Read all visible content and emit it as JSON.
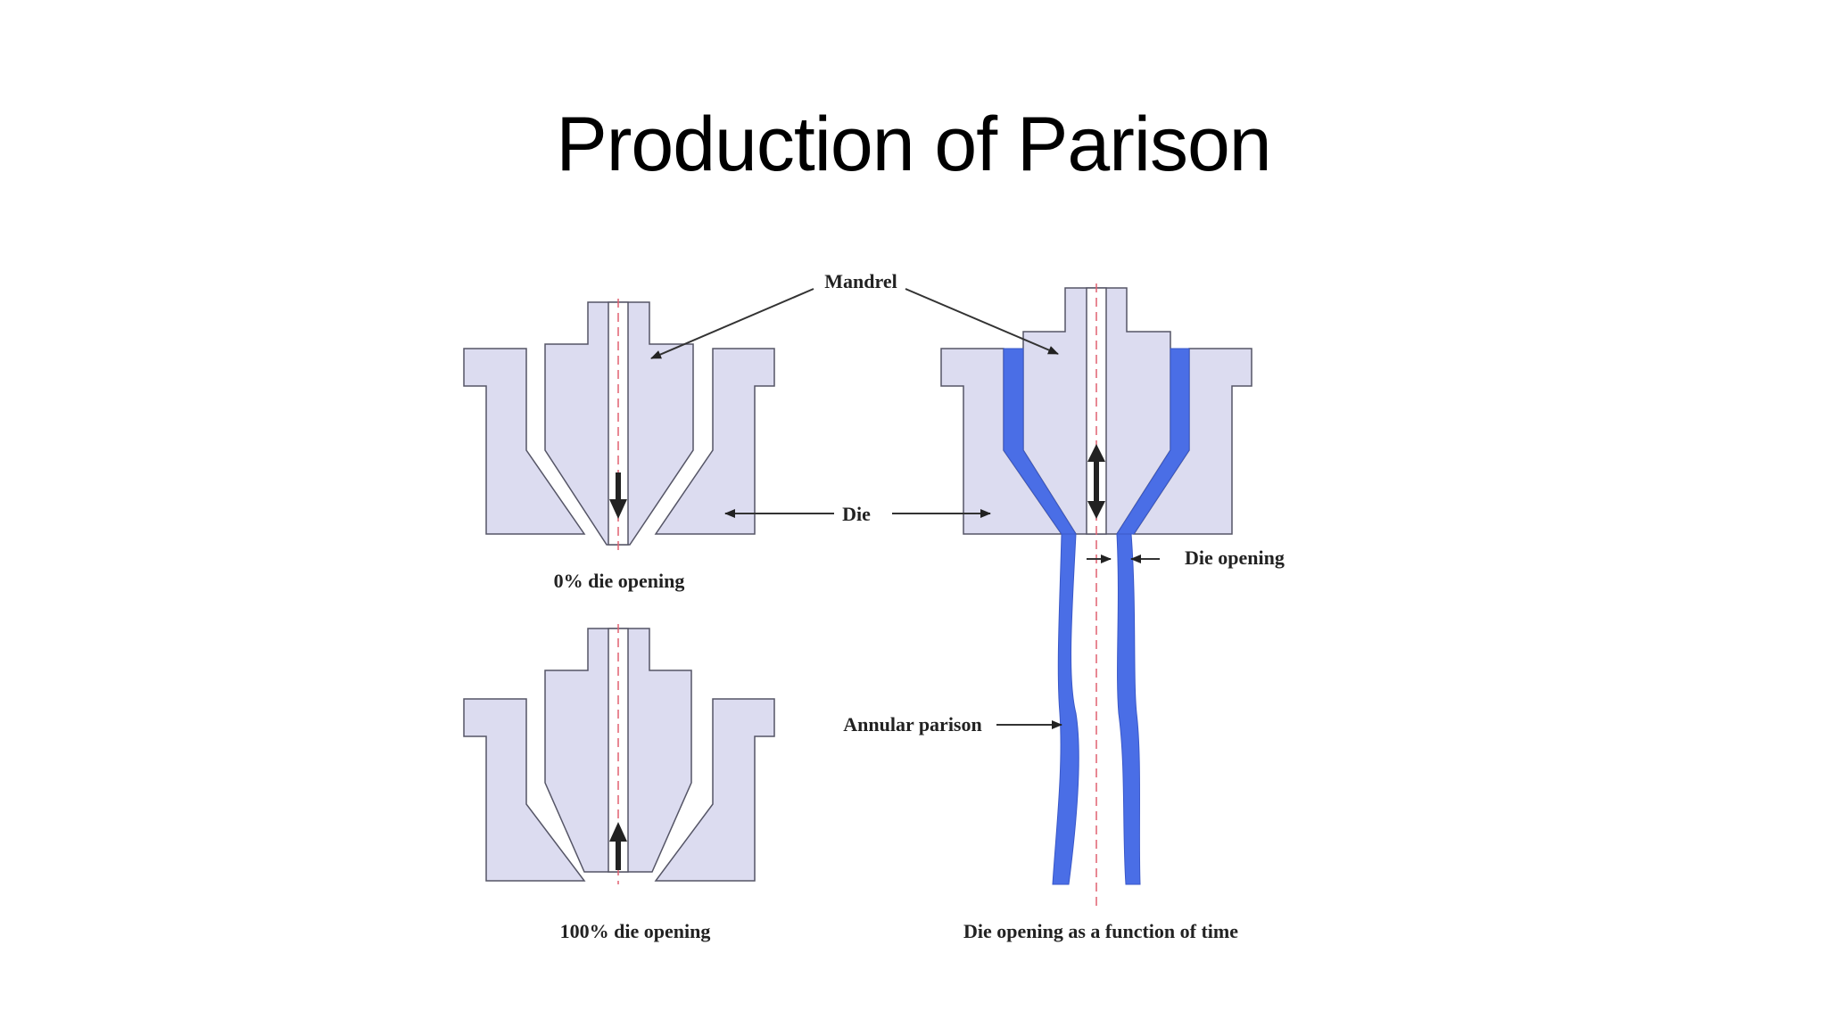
{
  "slide": {
    "title": "Production of Parison"
  },
  "labels": {
    "mandrel": "Mandrel",
    "die": "Die",
    "die_opening": "Die opening",
    "annular_parison": "Annular parison"
  },
  "captions": {
    "zero_percent": "0% die opening",
    "hundred_percent": "100% die opening",
    "function_of_time": "Die opening as a function of time"
  },
  "colors": {
    "die_body": "#dcdcf0",
    "parison_melt": "#4a6ee6",
    "center_axis": "#e06070"
  }
}
